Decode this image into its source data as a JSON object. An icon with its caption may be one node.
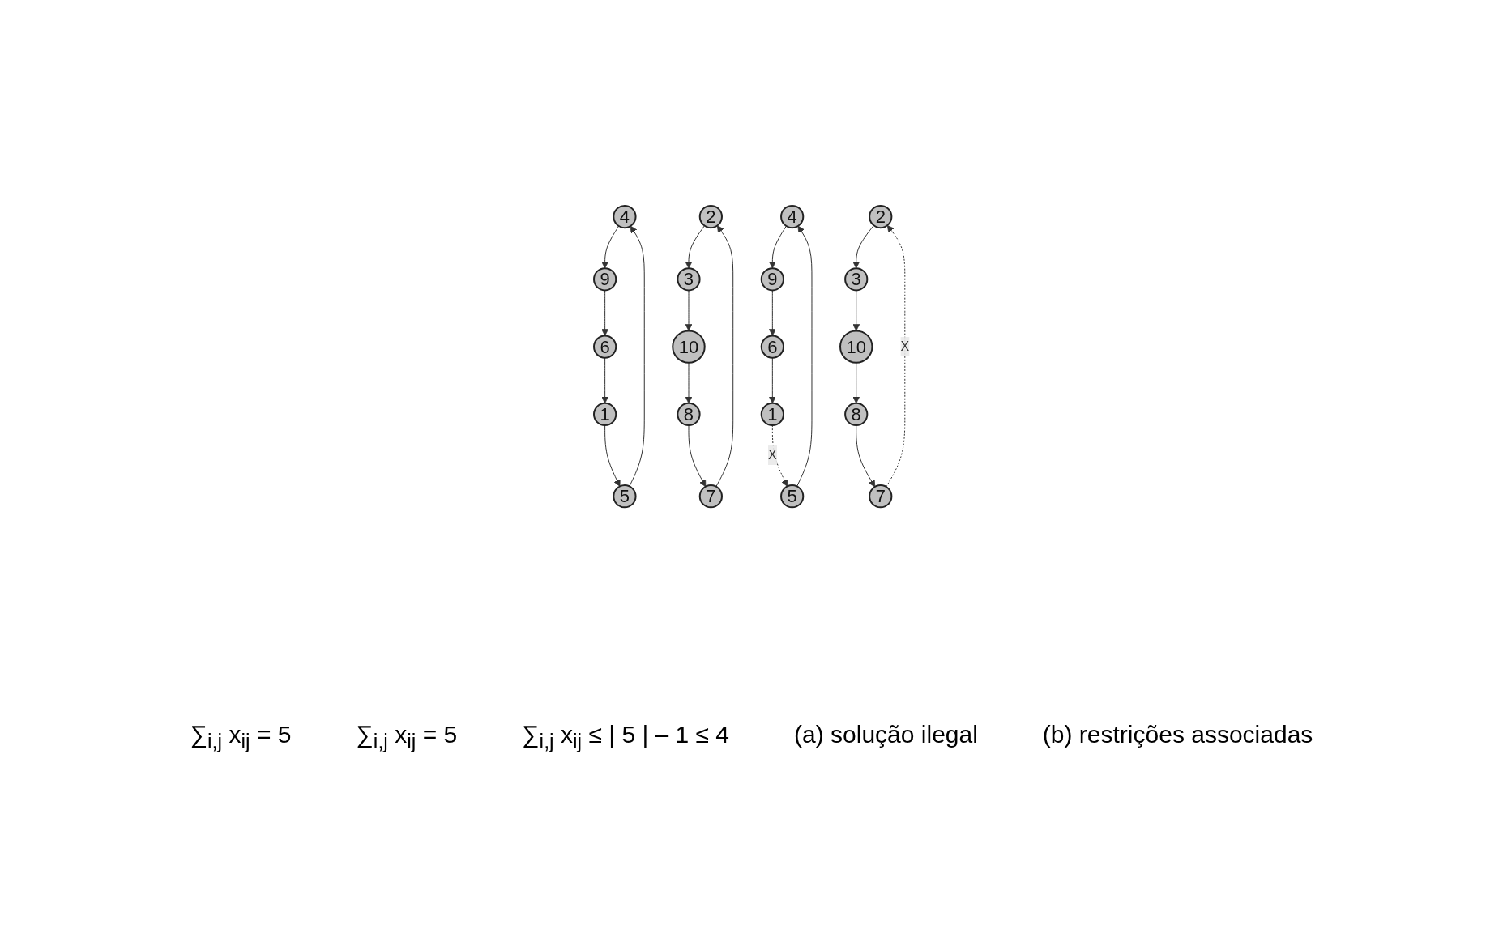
{
  "diagram": {
    "nodes": [
      {
        "text": [
          "4"
        ]
      },
      {
        "text": [
          "6"
        ]
      },
      {
        "text": [
          "2"
        ]
      },
      {
        "text": [
          "3"
        ]
      },
      {
        "text": [
          "1"
        ]
      },
      {
        "text": [
          "8"
        ]
      },
      {
        "text": [
          "9"
        ]
      },
      {
        "text": [
          "10"
        ]
      },
      {
        "text": [
          "7"
        ]
      },
      {
        "text": [
          "5"
        ]
      },
      {
        "text": [
          "4"
        ]
      },
      {
        "text": [
          "6"
        ]
      },
      {
        "text": [
          "2"
        ]
      },
      {
        "text": [
          "3"
        ]
      },
      {
        "text": [
          "1"
        ]
      },
      {
        "text": [
          "8"
        ]
      },
      {
        "text": [
          "9"
        ]
      },
      {
        "text": [
          "10"
        ]
      },
      {
        "text": [
          "7"
        ]
      },
      {
        "text": [
          "5"
        ]
      }
    ],
    "edges": [
      {
        "from": 0,
        "to": 6,
        "arrow": "to"
      },
      {
        "from": 6,
        "to": 1,
        "arrow": "to"
      },
      {
        "from": 1,
        "to": 4,
        "arrow": "to"
      },
      {
        "from": 4,
        "to": 9,
        "arrow": "to"
      },
      {
        "from": 9,
        "to": 0,
        "arrow": "to"
      },
      {
        "from": 2,
        "to": 3,
        "arrow": "to"
      },
      {
        "from": 3,
        "to": 7,
        "arrow": "to"
      },
      {
        "from": 7,
        "to": 5,
        "arrow": "to"
      },
      {
        "from": 5,
        "to": 8,
        "arrow": "to"
      },
      {
        "from": 8,
        "to": 2,
        "arrow": "to"
      },
      {
        "from": 10,
        "to": 16,
        "arrow": "to"
      },
      {
        "from": 16,
        "to": 11,
        "arrow": "to"
      },
      {
        "from": 11,
        "to": 14,
        "arrow": "to"
      },
      {
        "from": 14,
        "to": 19,
        "arrow": "to",
        "style": "dashed",
        "label": "X"
      },
      {
        "from": 19,
        "to": 10,
        "arrow": "to"
      },
      {
        "from": 12,
        "to": 13,
        "arrow": "to"
      },
      {
        "from": 13,
        "to": 17,
        "arrow": "to"
      },
      {
        "from": 17,
        "to": 15,
        "arrow": "to"
      },
      {
        "from": 15,
        "to": 18,
        "arrow": "to"
      },
      {
        "from": 18,
        "to": 12,
        "arrow": "to",
        "style": "dashed",
        "label": "X"
      }
    ],
    "labels": [
      "∑$_{i,j}$ x$_{ij}$ = 5",
      "∑$_{i,j}$ x$_{ij}$ = 5",
      "∑$_{i,j}$ x$_{ij}$ ≤ | 5 | – 1 ≤ 4",
      "(a) solução ilegal",
      "(b) restrições associadas"
    ]
  }
}
